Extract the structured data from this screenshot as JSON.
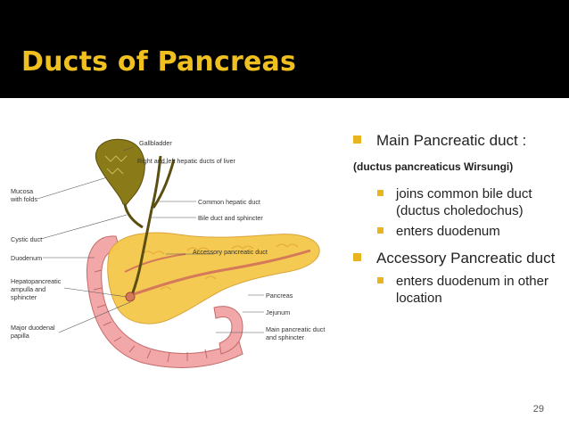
{
  "slide": {
    "title": "Ducts of Pancreas",
    "page_number": "29"
  },
  "bullets": {
    "item1": "Main Pancreatic duct :",
    "item1_note": "(ductus pancreaticus Wirsungi)",
    "item1_sub": [
      "joins common bile duct (ductus choledochus)",
      "enters duodenum"
    ],
    "item2": "Accessory Pancreatic duct",
    "item2_sub": [
      "enters duodenum in other location"
    ]
  },
  "figure": {
    "labels": {
      "gallbladder": "Gallbladder",
      "hepatic_ducts_1": "Right and left hepatic ducts of liver",
      "mucosa_1": "Mucosa",
      "mucosa_2": "with folds",
      "common_hepatic": "Common hepatic duct",
      "bile_duct": "Bile duct and sphincter",
      "cystic": "Cystic duct",
      "accessory": "Accessory pancreatic duct",
      "duodenum": "Duodenum",
      "hepato_1": "Hepatopancreatic",
      "hepato_2": "ampulla and",
      "hepato_3": "sphincter",
      "pancreas": "Pancreas",
      "jejunum": "Jejunum",
      "papilla_1": "Major duodenal",
      "papilla_2": "papilla",
      "main_duct_1": "Main pancreatic duct",
      "main_duct_2": "and sphincter"
    }
  },
  "colors": {
    "accent": "#f0c020",
    "bullet": "#e8b420",
    "pancreas": "#f5c84a",
    "duodenum": "#f2a8a8",
    "gallbladder": "#8a7a18"
  }
}
